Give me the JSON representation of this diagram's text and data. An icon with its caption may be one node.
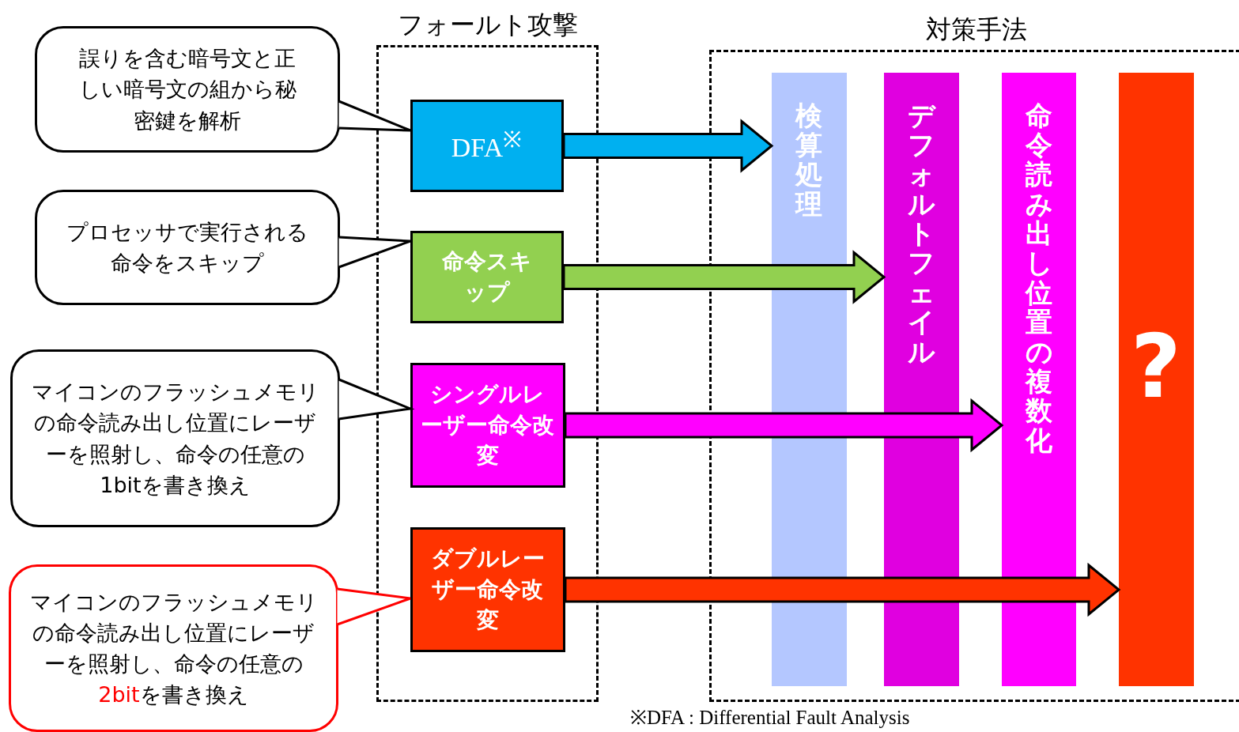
{
  "diagram": {
    "nodes": [
      {
        "text": [
          "誤りを含む暗号文と正しい暗号文の組から秘密鍵を解析"
        ]
      },
      {
        "text": [
          "プロセッサで実行される命令をスキップ"
        ]
      },
      {
        "text": [
          "マイコンのフラッシュメモリの命令読み出し位置にレーザーを照射し、命令の任意の1bitを書き換え"
        ]
      },
      {
        "text": [
          "マイコンのフラッシュメモリの命令読み出し位置にレーザーを照射し、命令の任意の**2bit**を書き換え"
        ]
      },
      {
        "text": [
          "フォールト攻撃"
        ]
      },
      {
        "text": [
          "DFA$^{※}$"
        ],
        "in": 4
      },
      {
        "text": [
          "命令スキップ"
        ],
        "in": 4
      },
      {
        "text": [
          "シングルレーザー命令改変"
        ],
        "in": 4
      },
      {
        "text": [
          "ダブルレーザー命令改変"
        ],
        "in": 4
      },
      {
        "text": [
          "対策手法"
        ]
      },
      {
        "text": [
          "検算処理"
        ],
        "in": 9
      },
      {
        "text": [
          "デフォルトフェイル"
        ],
        "in": 9
      },
      {
        "text": [
          "命令読み出し位置の複数化"
        ],
        "in": 9
      },
      {
        "text": [
          "?"
        ],
        "in": 9
      }
    ],
    "edges": [
      {
        "from": 5,
        "to": 10,
        "arrow": "to",
        "style": "thick",
        "color": "#00b0f0"
      },
      {
        "from": 6,
        "to": 11,
        "arrow": "to",
        "style": "thick",
        "color": "#92d050"
      },
      {
        "from": 7,
        "to": 12,
        "arrow": "to",
        "style": "thick",
        "color": "#ff00ff"
      },
      {
        "from": 8,
        "to": 13,
        "arrow": "to",
        "style": "thick",
        "color": "#ff3300"
      },
      {
        "from": 0,
        "to": 5,
        "arrow": "none"
      },
      {
        "from": 1,
        "to": 6,
        "arrow": "none"
      },
      {
        "from": 2,
        "to": 7,
        "arrow": "none"
      },
      {
        "from": 3,
        "to": 8,
        "arrow": "none",
        "color": "#ff0000"
      }
    ],
    "labels": [
      "※DFA : Differential Fault Analysis"
    ]
  }
}
